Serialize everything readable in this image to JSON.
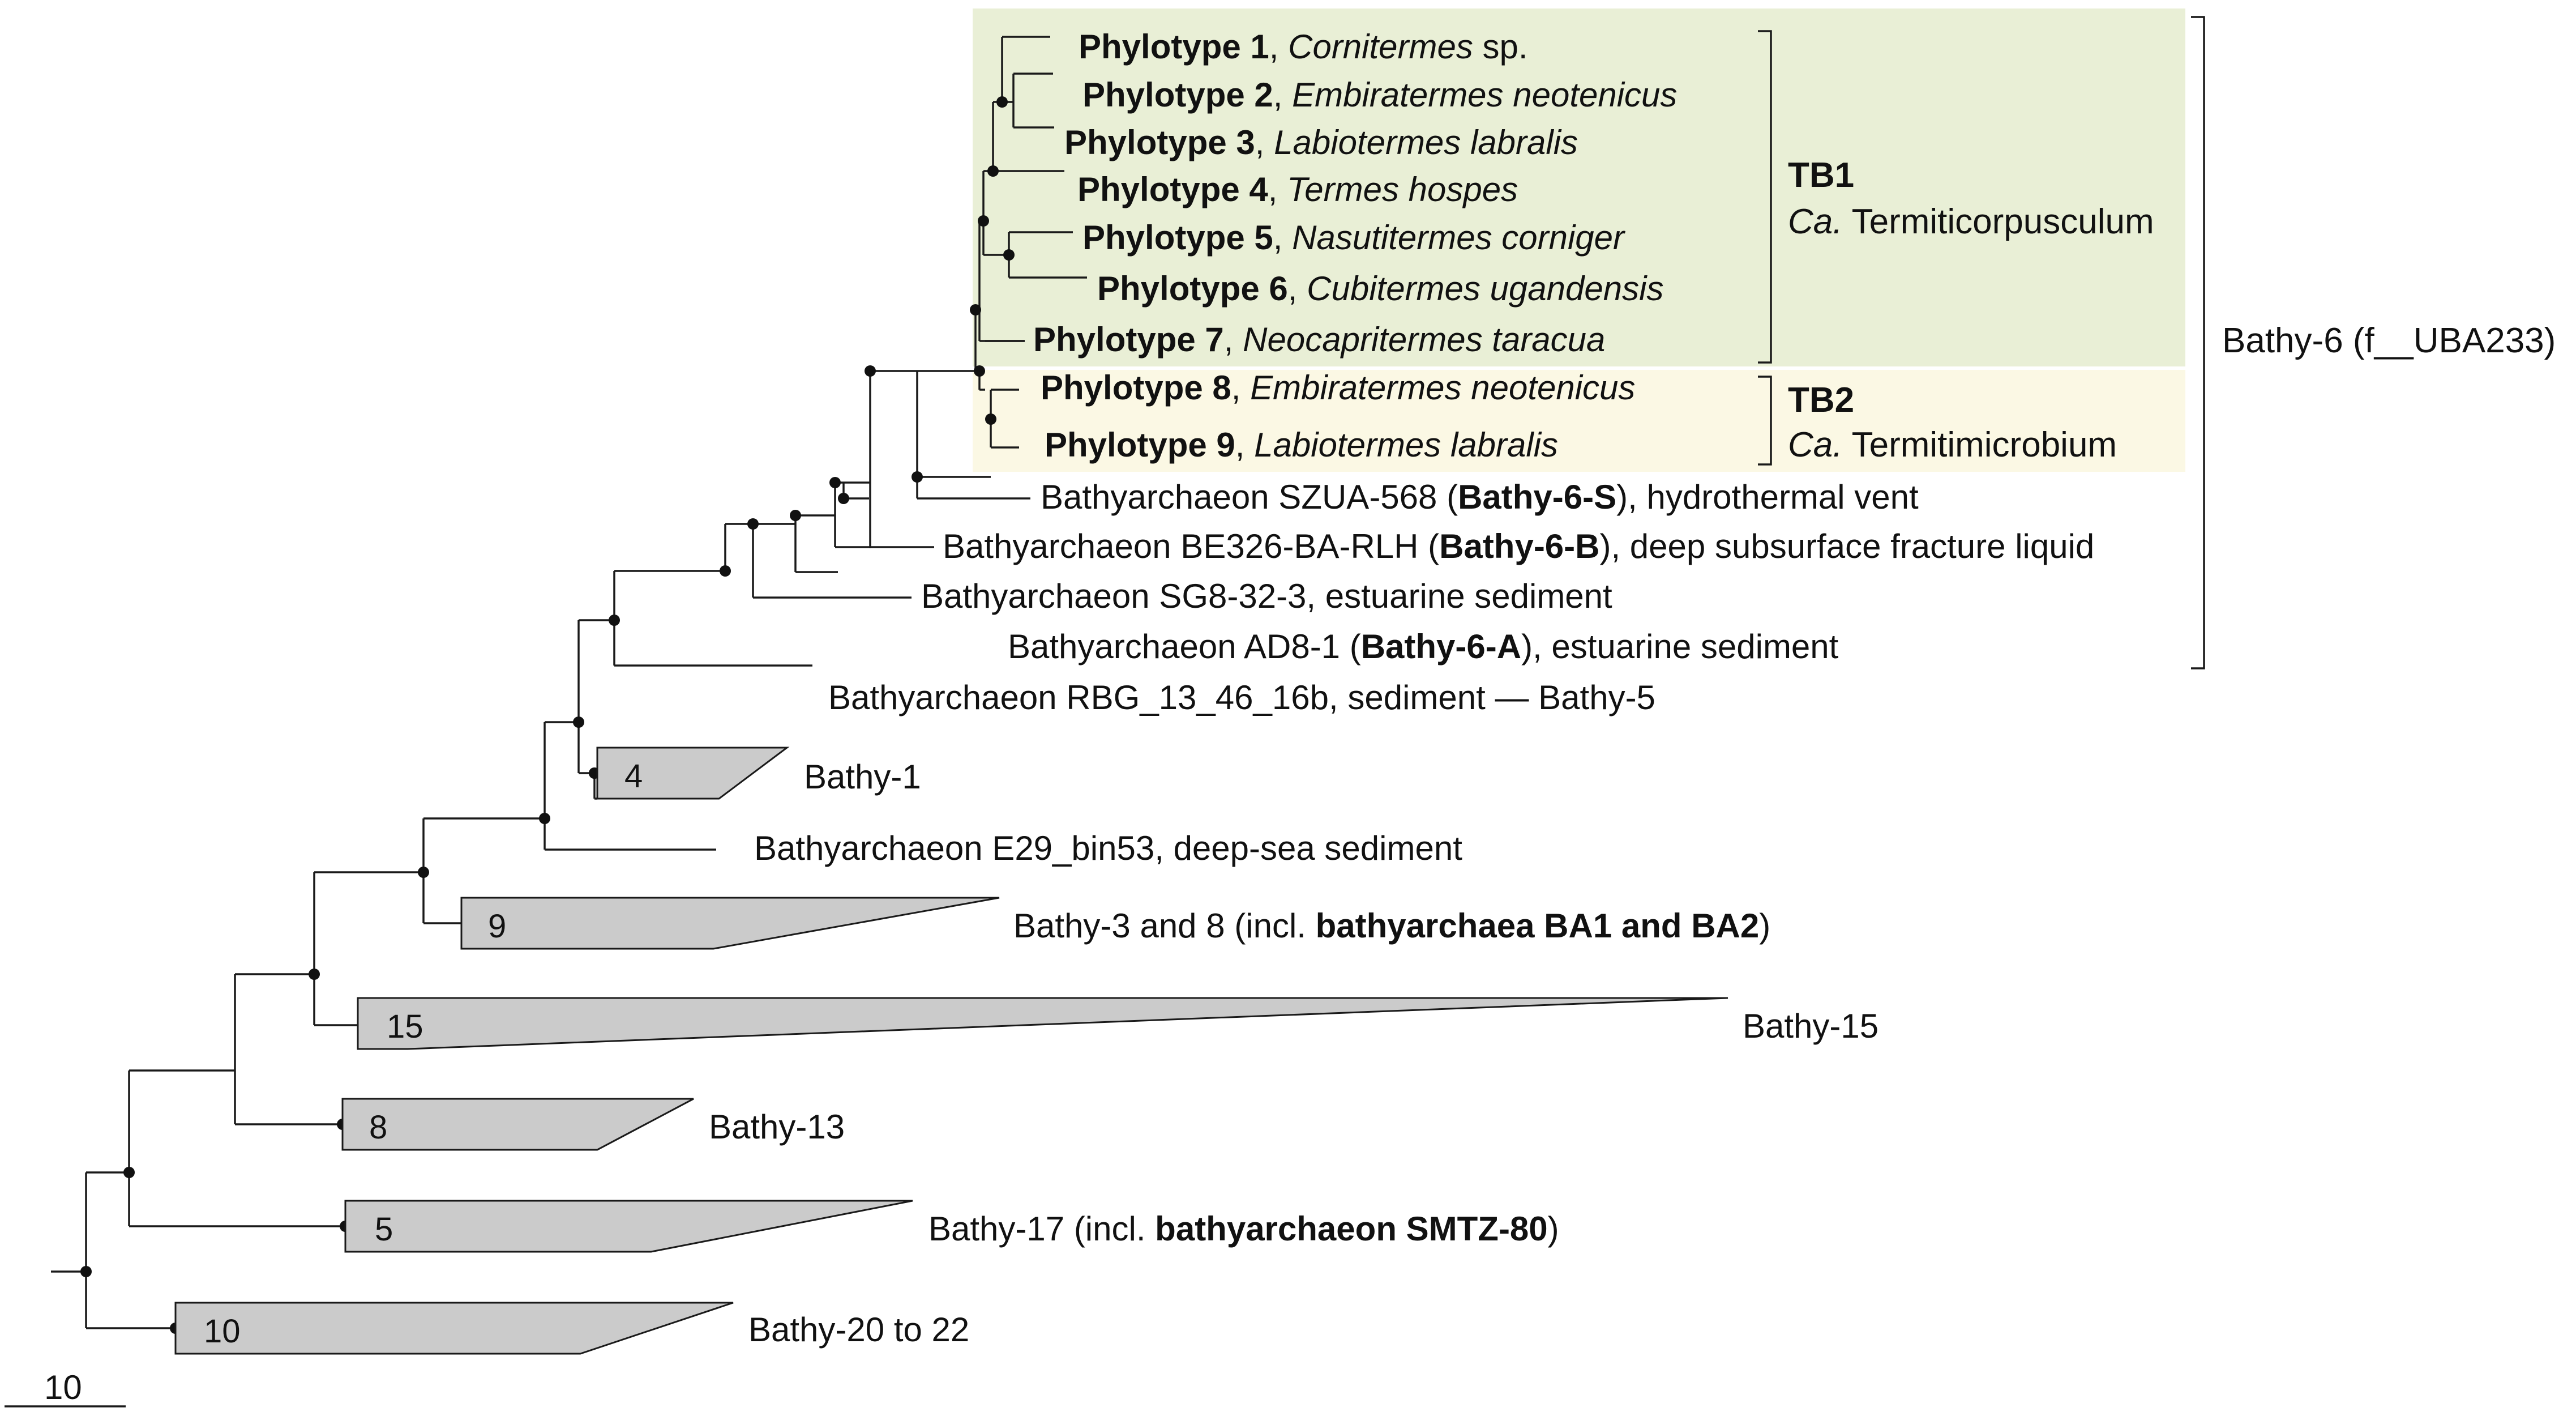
{
  "colors": {
    "tb1_background": "#e9efd6",
    "tb2_background": "#fbf8e4",
    "collapsed_clade": "#cbcbcb",
    "lines": "#1a1a1a"
  },
  "taxa": [
    {
      "id": "p1",
      "segs": [
        {
          "t": "Phylotype 1",
          "b": true
        },
        {
          "t": ", "
        },
        {
          "t": "Cornitermes",
          "i": true
        },
        {
          "t": " sp."
        }
      ]
    },
    {
      "id": "p2",
      "segs": [
        {
          "t": "Phylotype 2",
          "b": true
        },
        {
          "t": ", "
        },
        {
          "t": "Embiratermes neotenicus",
          "i": true
        }
      ]
    },
    {
      "id": "p3",
      "segs": [
        {
          "t": "Phylotype 3",
          "b": true
        },
        {
          "t": ", "
        },
        {
          "t": "Labiotermes labralis",
          "i": true
        }
      ]
    },
    {
      "id": "p4",
      "segs": [
        {
          "t": "Phylotype 4",
          "b": true
        },
        {
          "t": ", "
        },
        {
          "t": "Termes hospes",
          "i": true
        }
      ]
    },
    {
      "id": "p5",
      "segs": [
        {
          "t": "Phylotype 5",
          "b": true
        },
        {
          "t": ", "
        },
        {
          "t": "Nasutitermes corniger",
          "i": true
        }
      ]
    },
    {
      "id": "p6",
      "segs": [
        {
          "t": "Phylotype 6",
          "b": true
        },
        {
          "t": ", "
        },
        {
          "t": "Cubitermes ugandensis",
          "i": true
        }
      ]
    },
    {
      "id": "p7",
      "segs": [
        {
          "t": "Phylotype 7",
          "b": true
        },
        {
          "t": ", "
        },
        {
          "t": "Neocapritermes taracua",
          "i": true
        }
      ]
    },
    {
      "id": "p8",
      "segs": [
        {
          "t": "Phylotype 8",
          "b": true
        },
        {
          "t": ", "
        },
        {
          "t": "Embiratermes neotenicus",
          "i": true
        }
      ]
    },
    {
      "id": "p9",
      "segs": [
        {
          "t": "Phylotype 9",
          "b": true
        },
        {
          "t": ", "
        },
        {
          "t": "Labiotermes labralis",
          "i": true
        }
      ]
    },
    {
      "id": "szua",
      "segs": [
        {
          "t": "Bathyarchaeon SZUA-568 ("
        },
        {
          "t": "Bathy-6-S",
          "b": true
        },
        {
          "t": "), hydrothermal vent"
        }
      ]
    },
    {
      "id": "be326",
      "segs": [
        {
          "t": "Bathyarchaeon BE326-BA-RLH ("
        },
        {
          "t": "Bathy-6-B",
          "b": true
        },
        {
          "t": "), deep subsurface fracture liquid"
        }
      ]
    },
    {
      "id": "sg8",
      "segs": [
        {
          "t": "Bathyarchaeon SG8-32-3, estuarine sediment"
        }
      ]
    },
    {
      "id": "ad8",
      "segs": [
        {
          "t": "Bathyarchaeon AD8-1 ("
        },
        {
          "t": "Bathy-6-A",
          "b": true
        },
        {
          "t": "), estuarine sediment"
        }
      ]
    },
    {
      "id": "rbg",
      "segs": [
        {
          "t": "Bathyarchaeon RBG_13_46_16b, sediment — Bathy-5"
        }
      ]
    },
    {
      "id": "e29",
      "segs": [
        {
          "t": "Bathyarchaeon E29_bin53, deep-sea sediment"
        }
      ]
    }
  ],
  "collapsed_clades": [
    {
      "id": "bathy1",
      "count": "4",
      "segs": [
        {
          "t": "Bathy-1"
        }
      ]
    },
    {
      "id": "bathy3",
      "count": "9",
      "segs": [
        {
          "t": "Bathy-3 and 8 (incl. "
        },
        {
          "t": "bathyarchaea BA1 and BA2",
          "b": true
        },
        {
          "t": ")"
        }
      ]
    },
    {
      "id": "bathy15",
      "count": "15",
      "segs": [
        {
          "t": "Bathy-15"
        }
      ]
    },
    {
      "id": "bathy13",
      "count": "8",
      "segs": [
        {
          "t": "Bathy-13"
        }
      ]
    },
    {
      "id": "bathy17",
      "count": "5",
      "segs": [
        {
          "t": "Bathy-17 (incl. "
        },
        {
          "t": "bathyarchaeon SMTZ-80",
          "b": true
        },
        {
          "t": ")"
        }
      ]
    },
    {
      "id": "bathy20",
      "count": "10",
      "segs": [
        {
          "t": "Bathy-20 to 22"
        }
      ]
    }
  ],
  "groups": {
    "tb1": {
      "code": "TB1",
      "prefix": "Ca.",
      "name": " Termiticorpusculum"
    },
    "tb2": {
      "code": "TB2",
      "prefix": "Ca.",
      "name": " Termitimicrobium"
    },
    "bathy6": {
      "label": "Bathy-6 (f__UBA233)"
    }
  },
  "scale_bar": {
    "label": "10"
  }
}
